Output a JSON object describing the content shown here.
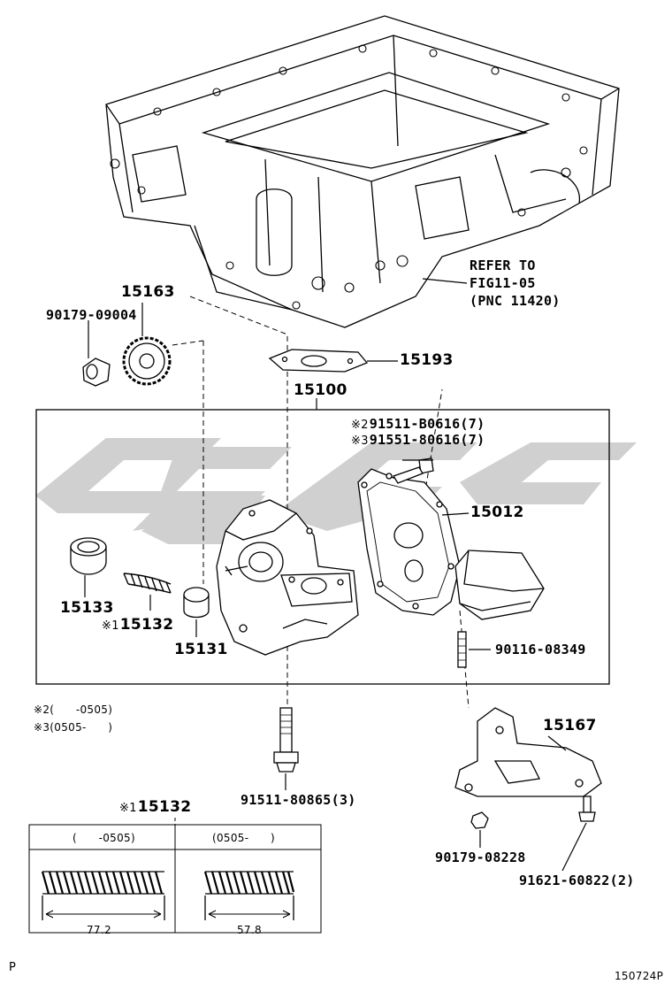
{
  "refer": {
    "line1": "REFER TO",
    "line2": "FIG11-05",
    "line3": "(PNC 11420)"
  },
  "callouts": {
    "p15163": "15163",
    "p90179_09004": "90179-09004",
    "p15193": "15193",
    "p15100": "15100",
    "p91511_b0616": "91511-B0616(7)",
    "p91551_80616": "91551-80616(7)",
    "p15012": "15012",
    "p15133": "15133",
    "p15132": "15132",
    "p15131": "15131",
    "p90116_08349": "90116-08349",
    "p15167": "15167",
    "p91511_80865": "91511-80865(3)",
    "p90179_08228": "90179-08228",
    "p91621_60822": "91621-60822(2)"
  },
  "marks": {
    "m1": "※1",
    "m2": "※2",
    "m3": "※3"
  },
  "notes": {
    "note2": "※2(　　-0505)",
    "note3": "※3(0505-　　)"
  },
  "spring_table": {
    "title_mark": "※1",
    "title_part": "15132",
    "columns": [
      {
        "header": "(　　-0505)",
        "length": "77.2"
      },
      {
        "header": "(0505-　　)",
        "length": "57.8"
      }
    ]
  },
  "footer": {
    "left": "P",
    "right": "150724P"
  }
}
